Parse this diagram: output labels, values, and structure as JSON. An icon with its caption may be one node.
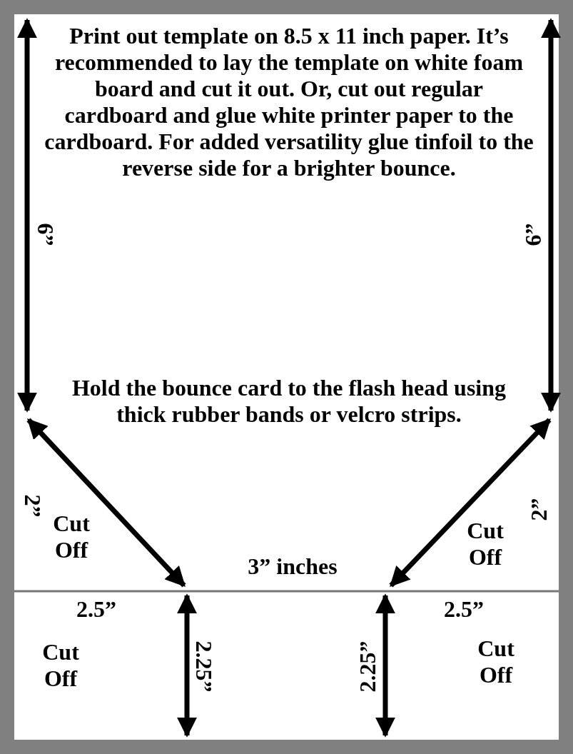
{
  "diagram": {
    "labels": [
      "Print out template on 8.5 x 11 inch paper. It’s recommended to lay the template on white foam board and cut it out. Or, cut out regular cardboard and glue white printer paper to the cardboard. For added versatility glue tinfoil to the reverse side for a brighter bounce.",
      "Hold the bounce card to the flash head using thick rubber bands or velcro strips.",
      "6”",
      "6”",
      "2”",
      "Cut Off",
      "2”",
      "Cut Off",
      "3” inches",
      "2.5”",
      "2.5”",
      "Cut Off",
      "2.25”",
      "2.25”",
      "Cut Off"
    ]
  }
}
